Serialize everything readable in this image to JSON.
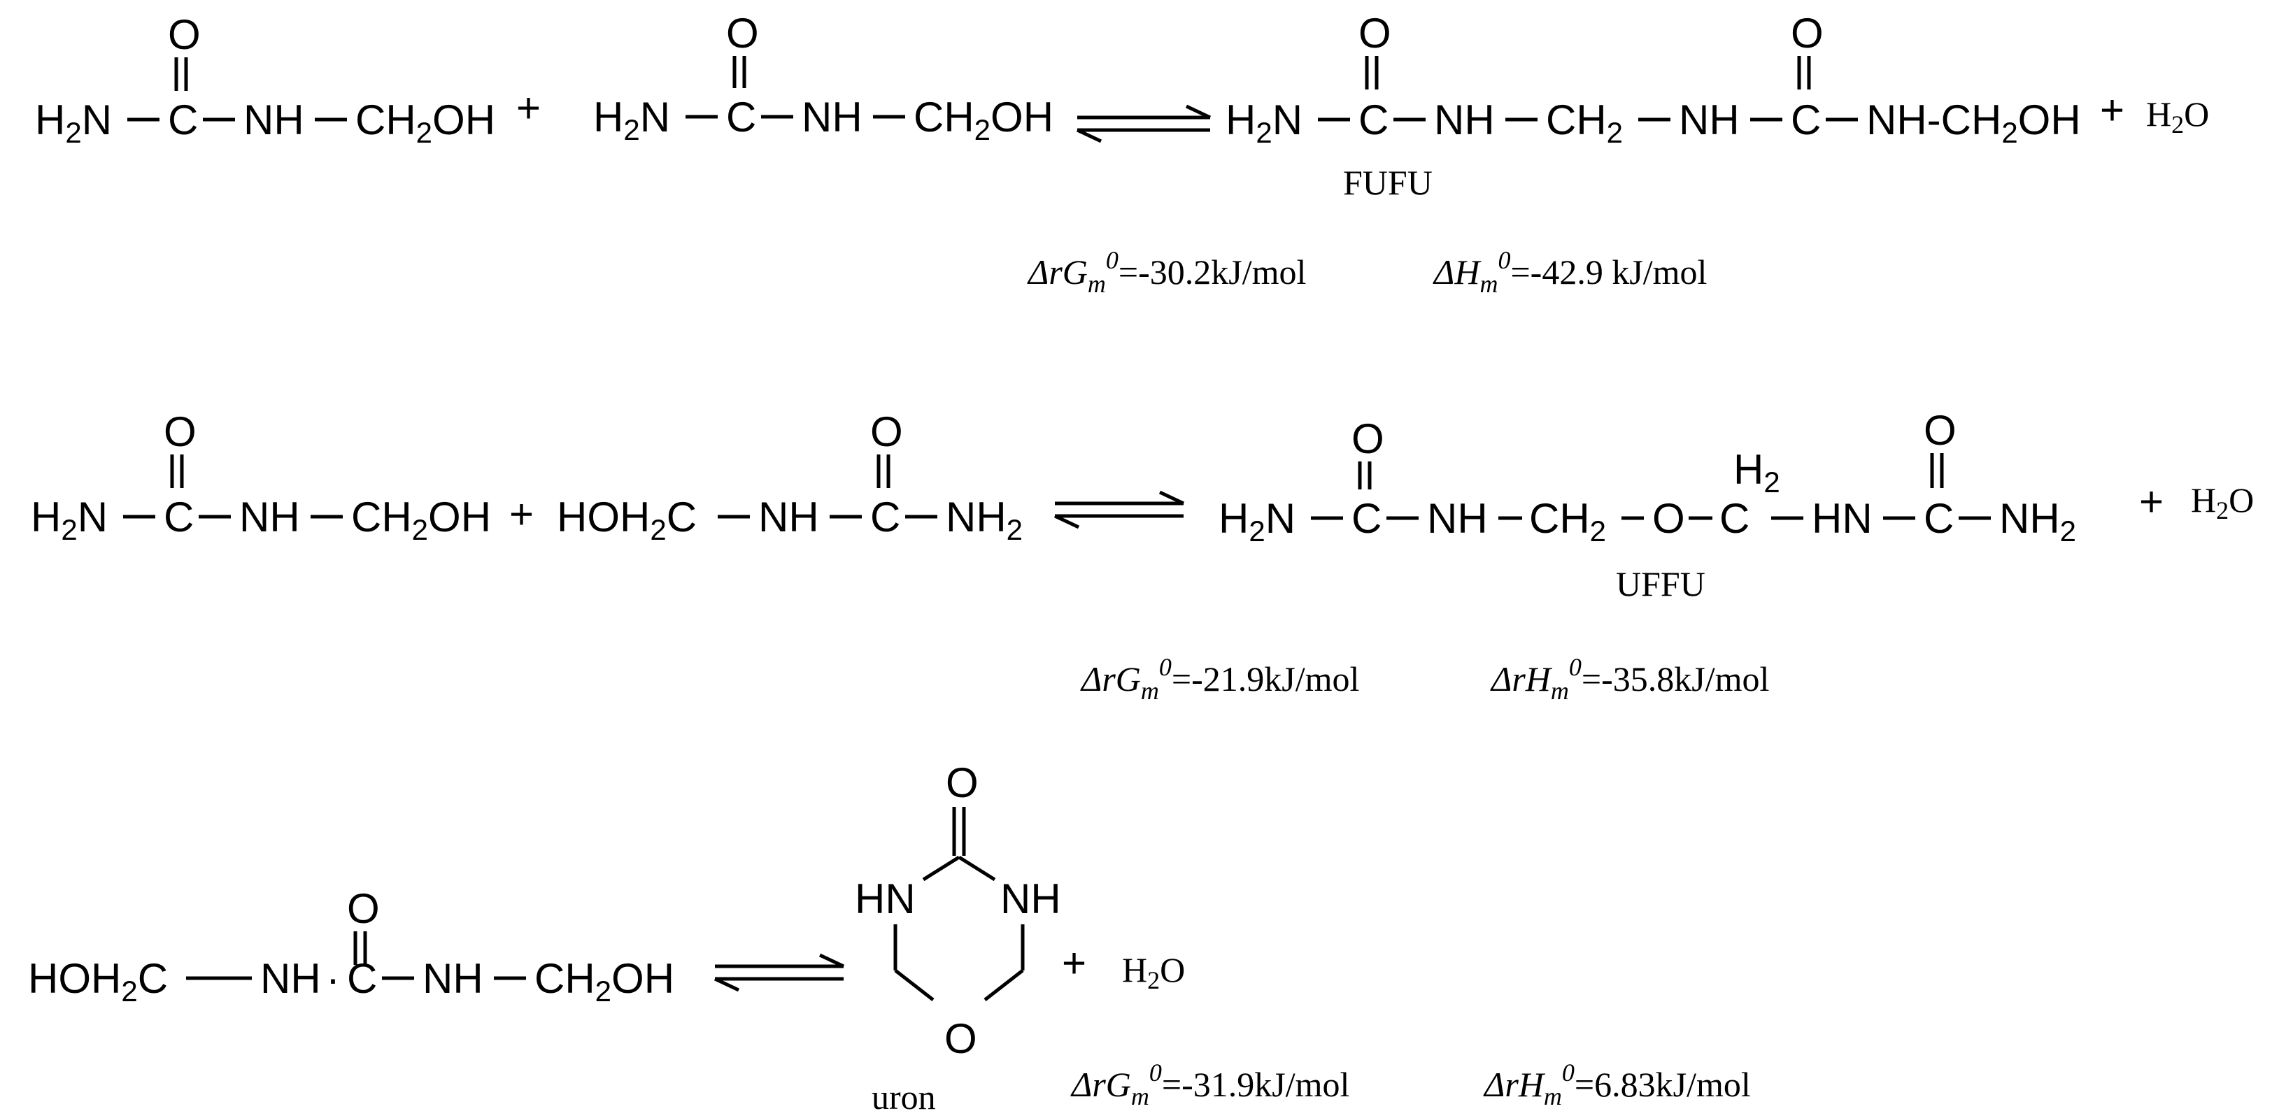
{
  "reactions": [
    {
      "reactant1": {
        "left": [
          "H",
          "2",
          "N"
        ],
        "carbon": "C",
        "carbonyl_o": "O",
        "nh": "NH",
        "ch2oh": [
          "CH",
          "2",
          "OH"
        ]
      },
      "plus_a": "+",
      "reactant2": {
        "left": [
          "H",
          "2",
          "N"
        ],
        "carbon": "C",
        "carbonyl_o": "O",
        "nh": "NH",
        "ch2oh": [
          "CH",
          "2",
          "OH"
        ]
      },
      "product": {
        "left": [
          "H",
          "2",
          "N"
        ],
        "carbon1": "C",
        "o1": "O",
        "nh1": "NH",
        "ch2": [
          "CH",
          "2"
        ],
        "nh2": "NH",
        "carbon2": "C",
        "o2": "O",
        "tail": [
          "NH-CH",
          "2",
          "OH"
        ],
        "label": "FUFU"
      },
      "plus_b": "+",
      "water": [
        "H",
        "2",
        "O"
      ],
      "thermo": [
        {
          "prefix": "ΔrG",
          "sub": "m",
          "sup": "0",
          "value": "=-30.2kJ/mol"
        },
        {
          "prefix": "ΔH",
          "sub": "m",
          "sup": "0",
          "value": "=-42.9 kJ/mol"
        }
      ]
    },
    {
      "reactant1": {
        "left": [
          "H",
          "2",
          "N"
        ],
        "carbon": "C",
        "carbonyl_o": "O",
        "nh": "NH",
        "ch2oh": [
          "CH",
          "2",
          "OH"
        ]
      },
      "plus_a": "+",
      "reactant2": {
        "left": [
          "HOH",
          "2",
          "C"
        ],
        "nh": "NH",
        "carbon": "C",
        "carbonyl_o": "O",
        "nh2": [
          "NH",
          "2"
        ]
      },
      "product": {
        "left": [
          "H",
          "2",
          "N"
        ],
        "carbon1": "C",
        "o1": "O",
        "nh1": "NH",
        "ch2": [
          "CH",
          "2"
        ],
        "ether_o": "O",
        "c_mid": "C",
        "h2_top": [
          "H",
          "2"
        ],
        "hn": "HN",
        "carbon2": "C",
        "o2": "O",
        "nh2": [
          "NH",
          "2"
        ],
        "label": "UFFU"
      },
      "plus_b": "+",
      "water": [
        "H",
        "2",
        "O"
      ],
      "thermo": [
        {
          "prefix": "ΔrG",
          "sub": "m",
          "sup": "0",
          "value": "=-21.9kJ/mol"
        },
        {
          "prefix": "ΔrH",
          "sub": "m",
          "sup": "0",
          "value": "=-35.8kJ/mol"
        }
      ]
    },
    {
      "reactant": {
        "left": [
          "HOH",
          "2",
          "C"
        ],
        "nh1": "NH",
        "dot": "·",
        "carbon": "C",
        "carbonyl_o": "O",
        "nh2": "NH",
        "ch2oh": [
          "CH",
          "2",
          "OH"
        ]
      },
      "product": {
        "top_o": "O",
        "hn": "HN",
        "nh": "NH",
        "ring_o": "O",
        "label": "uron"
      },
      "plus": "+",
      "water": [
        "H",
        "2",
        "O"
      ],
      "thermo": [
        {
          "prefix": "ΔrG",
          "sub": "m",
          "sup": "0",
          "value": "=-31.9kJ/mol"
        },
        {
          "prefix": "ΔrH",
          "sub": "m",
          "sup": "0",
          "value": "=6.83kJ/mol"
        }
      ]
    }
  ]
}
